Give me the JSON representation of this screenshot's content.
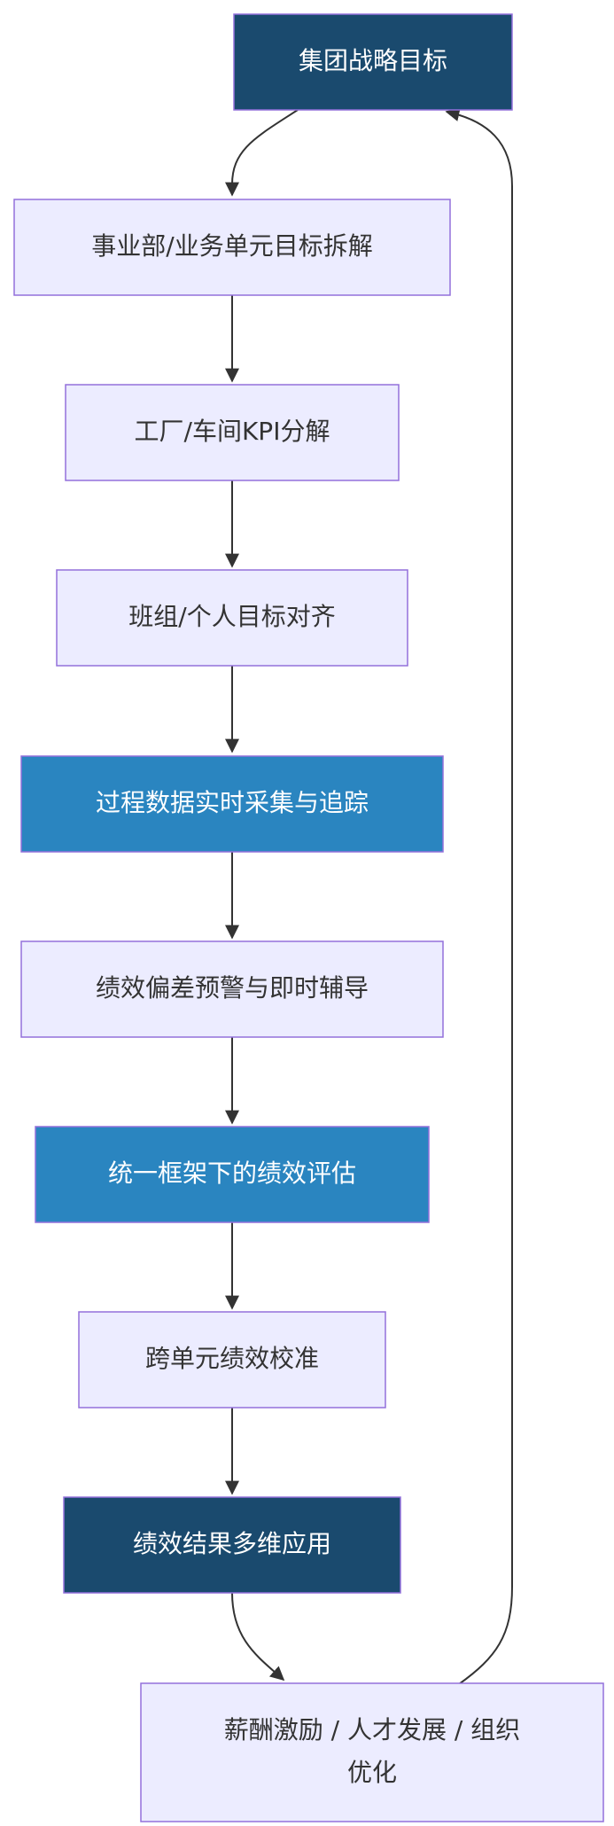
{
  "nodes": [
    {
      "id": "group-strategy",
      "label": "集团战略目标",
      "style": "dark"
    },
    {
      "id": "bu-decomposition",
      "label": "事业部/业务单元目标拆解",
      "style": "light"
    },
    {
      "id": "factory-kpi",
      "label": "工厂/车间KPI分解",
      "style": "light"
    },
    {
      "id": "team-alignment",
      "label": "班组/个人目标对齐",
      "style": "light"
    },
    {
      "id": "process-tracking",
      "label": "过程数据实时采集与追踪",
      "style": "mid"
    },
    {
      "id": "deviation-coaching",
      "label": "绩效偏差预警与即时辅导",
      "style": "light"
    },
    {
      "id": "unified-evaluation",
      "label": "统一框架下的绩效评估",
      "style": "mid"
    },
    {
      "id": "calibration",
      "label": "跨单元绩效校准",
      "style": "light"
    },
    {
      "id": "multi-application",
      "label": "绩效结果多维应用",
      "style": "dark"
    },
    {
      "id": "outcomes",
      "label_lines": [
        "薪酬激励 / 人才发展 / 组织",
        "优化"
      ],
      "style": "light"
    }
  ],
  "edges": [
    {
      "from": "group-strategy",
      "to": "bu-decomposition"
    },
    {
      "from": "bu-decomposition",
      "to": "factory-kpi"
    },
    {
      "from": "factory-kpi",
      "to": "team-alignment"
    },
    {
      "from": "team-alignment",
      "to": "process-tracking"
    },
    {
      "from": "process-tracking",
      "to": "deviation-coaching"
    },
    {
      "from": "deviation-coaching",
      "to": "unified-evaluation"
    },
    {
      "from": "unified-evaluation",
      "to": "calibration"
    },
    {
      "from": "calibration",
      "to": "multi-application"
    },
    {
      "from": "multi-application",
      "to": "outcomes"
    },
    {
      "from": "outcomes",
      "to": "group-strategy"
    }
  ],
  "colors": {
    "dark_fill": "#1a4a6e",
    "mid_fill": "#2a85c0",
    "light_fill": "#ececff",
    "border": "#9370db",
    "edge": "#333333"
  }
}
